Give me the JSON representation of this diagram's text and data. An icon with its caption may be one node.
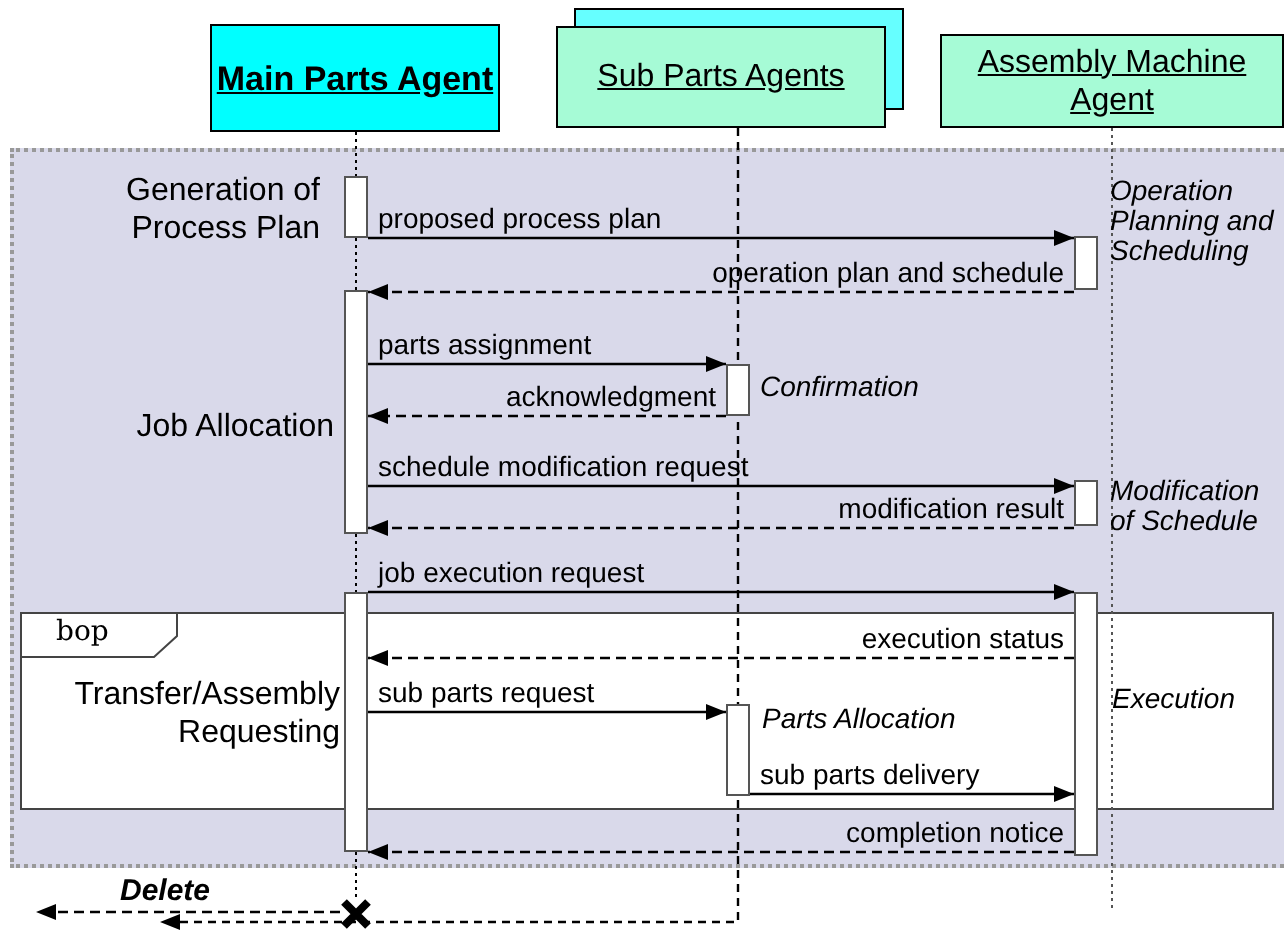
{
  "diagram": {
    "nodes": [
      {
        "text": [
          "Main Parts Agent"
        ]
      },
      {
        "text": [
          "Sub Parts Agents"
        ]
      },
      {
        "text": [
          "Assembly Machine Agent"
        ]
      },
      {
        "text": [],
        "shape": "box",
        "beside": [
          "Generation of Process Plan"
        ]
      },
      {
        "text": [],
        "shape": "box",
        "beside": [
          "Operation Planning and Scheduling"
        ]
      },
      {
        "text": [],
        "shape": "box",
        "beside": [
          "Job Allocation"
        ]
      },
      {
        "text": [],
        "shape": "box",
        "beside": [
          "Confirmation"
        ]
      },
      {
        "text": [],
        "shape": "box",
        "beside": [
          "Modification of Schedule"
        ]
      },
      {
        "text": [],
        "shape": "box",
        "beside": [
          "Transfer/Assembly Requesting"
        ]
      },
      {
        "text": [],
        "shape": "box",
        "beside": [
          "Execution"
        ]
      },
      {
        "text": [
          "bop"
        ]
      },
      {
        "text": [],
        "shape": "box",
        "beside": [
          "Parts Allocation"
        ],
        "in": 10
      },
      {
        "text": [],
        "shape": "cross"
      }
    ],
    "edges": [
      {
        "from": 3,
        "to": 4,
        "arrow": "to",
        "label": "proposed process plan"
      },
      {
        "from": 4,
        "to": 5,
        "arrow": "to",
        "label": "operation plan and schedule",
        "style": "dashed"
      },
      {
        "from": 5,
        "to": 6,
        "arrow": "to",
        "label": "parts assignment"
      },
      {
        "from": 6,
        "to": 5,
        "arrow": "to",
        "label": "acknowledgment",
        "style": "dashed"
      },
      {
        "from": 5,
        "to": 7,
        "arrow": "to",
        "label": "schedule modification request"
      },
      {
        "from": 7,
        "to": 5,
        "arrow": "to",
        "label": "modification result",
        "style": "dashed"
      },
      {
        "from": 8,
        "to": 9,
        "arrow": "to",
        "label": "job execution request"
      },
      {
        "from": 9,
        "to": 8,
        "arrow": "to",
        "label": "execution status",
        "style": "dashed"
      },
      {
        "from": 8,
        "to": 11,
        "arrow": "to",
        "label": "sub parts request"
      },
      {
        "from": 11,
        "to": 9,
        "arrow": "to",
        "label": "sub parts delivery"
      },
      {
        "from": 9,
        "to": 8,
        "arrow": "to",
        "label": "completion notice",
        "style": "dashed"
      },
      {
        "from": 12,
        "to": null,
        "arrow": "to",
        "label": "Delete",
        "style": "dashed"
      },
      {
        "from": 1,
        "to": null,
        "arrow": "to",
        "style": "dashed"
      },
      {
        "from": 0,
        "to": 3,
        "arrow": "none",
        "style": "dashed"
      },
      {
        "from": 3,
        "to": 5,
        "arrow": "none",
        "style": "dashed"
      },
      {
        "from": 5,
        "to": 8,
        "arrow": "none",
        "style": "dashed"
      },
      {
        "from": 8,
        "to": 12,
        "arrow": "none",
        "style": "dashed"
      }
    ]
  }
}
